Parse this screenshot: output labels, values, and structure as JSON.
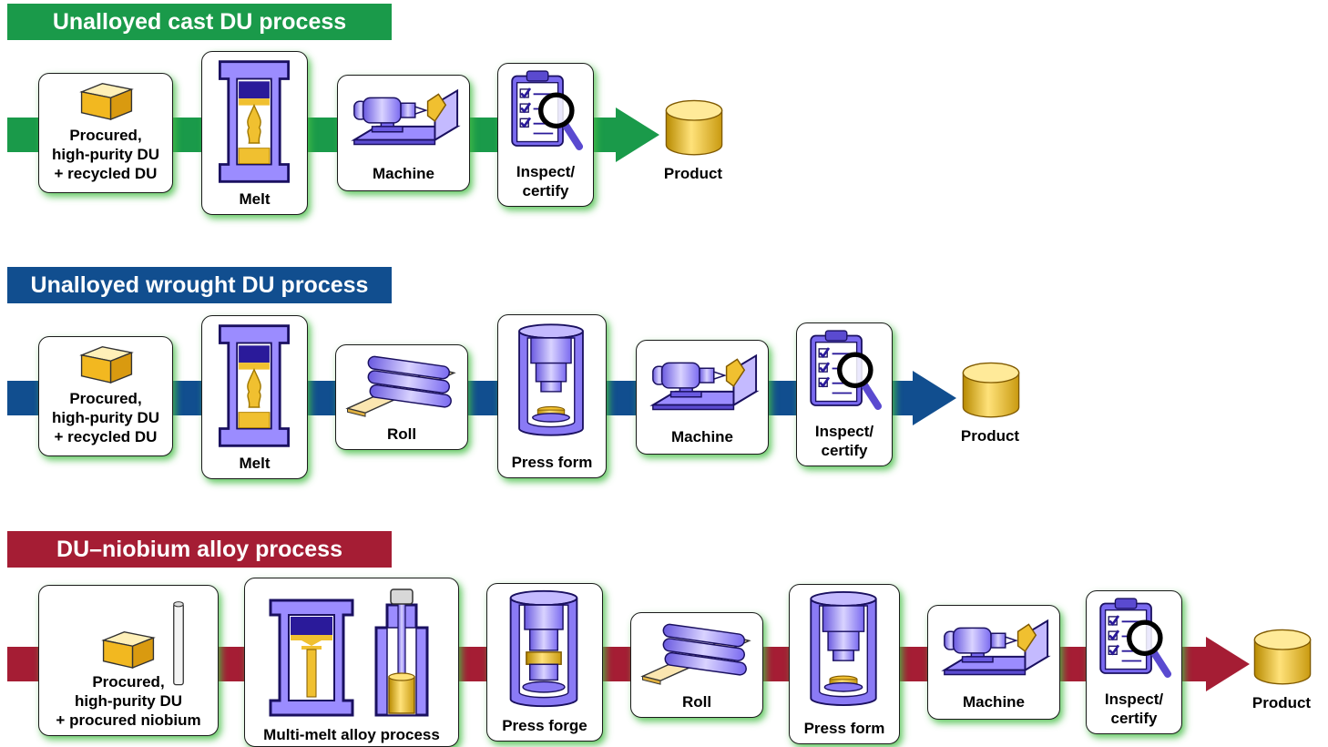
{
  "sections": [
    {
      "title": "Unalloyed cast DU process",
      "color": "#1a9a4a",
      "steps": [
        "Procured,\nhigh-purity DU\n+ recycled DU",
        "Melt",
        "Machine",
        "Inspect/\ncertify"
      ],
      "product": "Product"
    },
    {
      "title": "Unalloyed wrought DU process",
      "color": "#114e8f",
      "steps": [
        "Procured,\nhigh-purity DU\n+ recycled DU",
        "Melt",
        "Roll",
        "Press form",
        "Machine",
        "Inspect/\ncertify"
      ],
      "product": "Product"
    },
    {
      "title": "DU–niobium alloy process",
      "color": "#a51d34",
      "steps": [
        "Procured,\nhigh-purity DU\n+ procured niobium",
        "Multi-melt alloy process",
        "Press forge",
        "Roll",
        "Press form",
        "Machine",
        "Inspect/\ncertify"
      ],
      "product": "Product"
    }
  ],
  "icons": {
    "procured": "du-cube-icon",
    "niobium": "niobium-rod-icon",
    "melt": "melt-furnace-icon",
    "multimelt": "multi-melt-furnace-icon",
    "machine": "lathe-icon",
    "inspect": "clipboard-magnifier-icon",
    "roll": "rolling-mill-icon",
    "press": "press-icon",
    "product": "product-cylinder-icon"
  },
  "colors": {
    "purple": "#9b8cff",
    "dark_purple": "#2a1a8a",
    "gold": "#e8b820",
    "shadow_green": "#46be46"
  }
}
